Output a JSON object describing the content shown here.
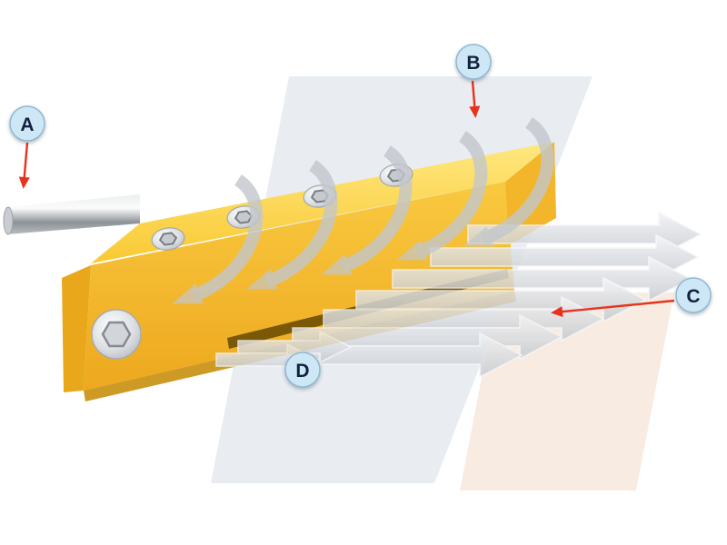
{
  "figure": {
    "description": "Cutaway illustration of a yellow air-knife block: compressed-air inlet tube at left, curved airflow arcing over the block, and a fan of gray air-stream arrows exiting the slot to the right.",
    "callouts": {
      "a": "A",
      "b": "B",
      "c": "C",
      "d": "D"
    },
    "colors": {
      "callout_bg": "#cde7f6",
      "callout_text": "#13233f",
      "callout_border": "#8fb9d0",
      "pointer_red": "#e8321c",
      "block_yellow": "#f7c331",
      "block_top": "#ffdf6b",
      "arrow_gray": "#c9cdd3",
      "band_gray": "#e9edf2",
      "band_peach": "#f8ece2"
    }
  }
}
